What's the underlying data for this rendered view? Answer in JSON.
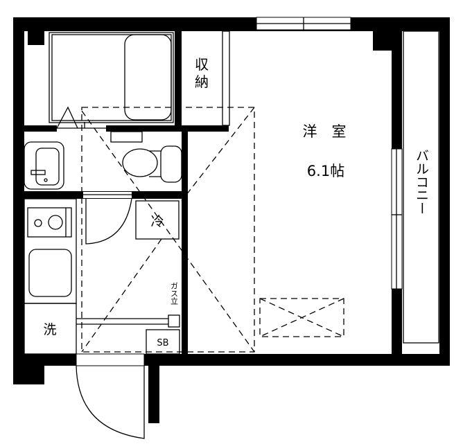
{
  "rooms": {
    "western_room": {
      "name": "洋　室",
      "size": "6.1帖"
    },
    "storage": "収納",
    "balcony": "バルコニー",
    "fridge": "冷",
    "washer": "洗",
    "gas_riser": "ガス立",
    "shoe_box": "SB"
  }
}
